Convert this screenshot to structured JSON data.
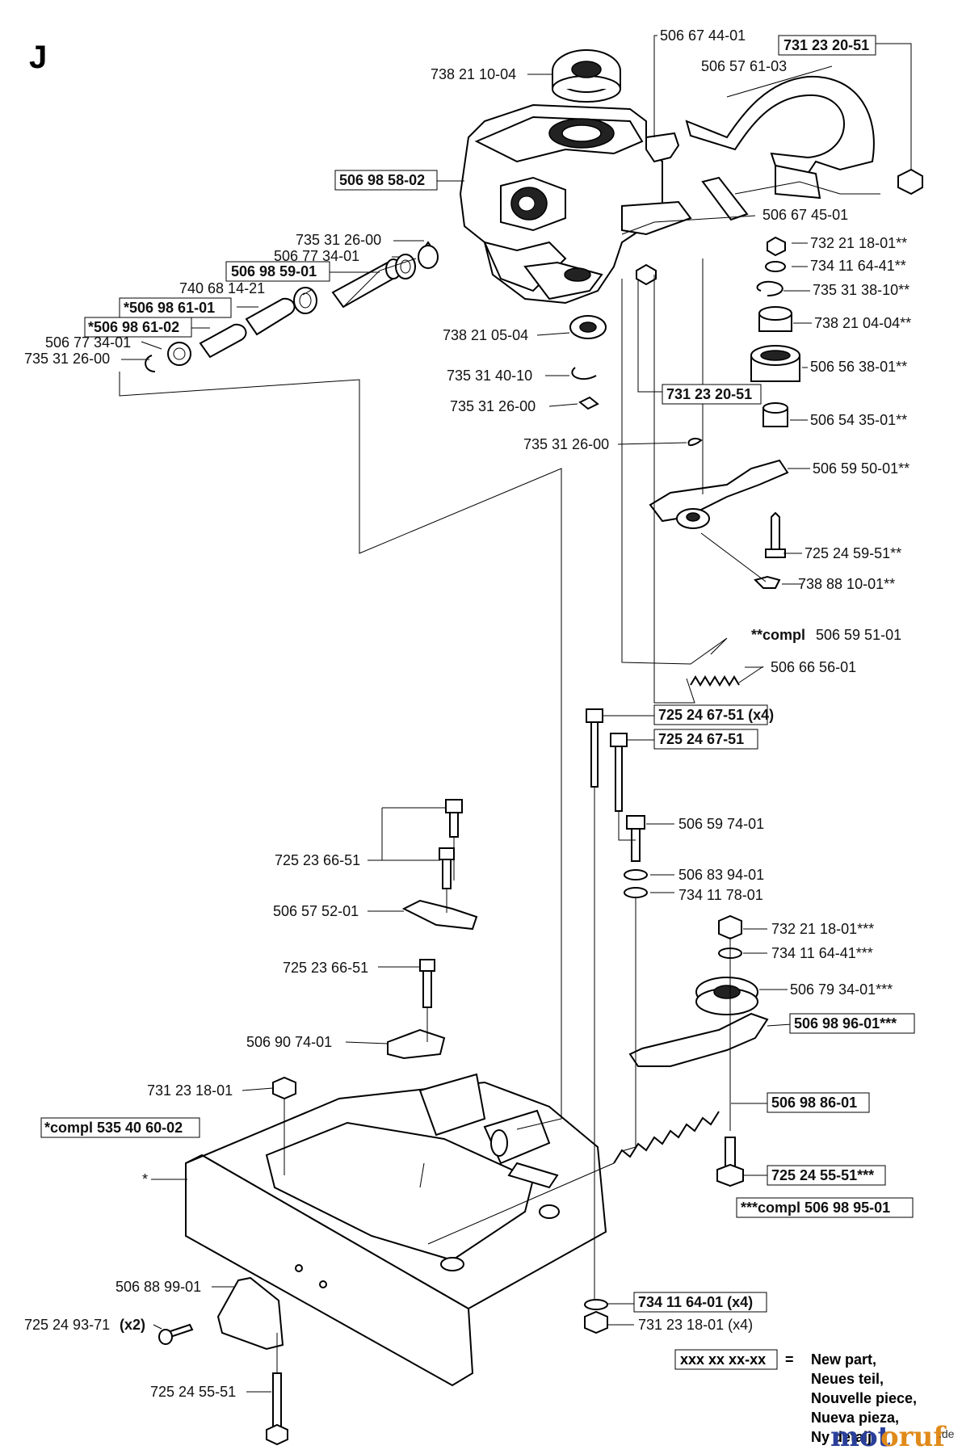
{
  "section_letter": "J",
  "labels": {
    "l_506674401": "506 67 44-01",
    "l_731232051_top": "731 23 20-51",
    "l_506576103": "506 57 61-03",
    "l_738211004": "738 21 10-04",
    "l_506985802": "506 98 58-02",
    "l_506674501": "506 67 45-01",
    "l_735312600_a": "735 31 26-00",
    "l_506773401_a": "506 77 34-01",
    "l_506985901": "506 98 59-01",
    "l_740681421": "740 68 14-21",
    "l_506986101": "*506 98 61-01",
    "l_506986102": "*506 98 61-02",
    "l_506773401_b": "506 77 34-01",
    "l_735312600_b": "735 31 26-00",
    "l_732211801_dd": "732 21 18-01**",
    "l_734116441_dd": "734 11 64-41**",
    "l_735313810": "735 31 38-10**",
    "l_738210404": "738 21 04-04**",
    "l_738210504": "738 21 05-04",
    "l_506563801": "506 56 38-01**",
    "l_735314010": "735 31 40-10",
    "l_731232051_mid": "731 23 20-51",
    "l_735312600_c": "735 31 26-00",
    "l_506543501": "506 54 35-01**",
    "l_735312600_d": "735 31 26-00",
    "l_506595001": "506 59 50-01**",
    "l_725245951": "725 24 59-51**",
    "l_738881001": "738 88 10-01**",
    "l_compl_prefix": "**compl",
    "l_compl_num": "506 59 51-01",
    "l_506665601": "506 66 56-01",
    "l_725246751_x4": "725 24 67-51 (x4)",
    "l_725246751": "725 24 67-51",
    "l_506597401": "506 59 74-01",
    "l_725236651_a": "725 23 66-51",
    "l_506839401": "506 83 94-01",
    "l_734117801": "734 11 78-01",
    "l_506575201": "506 57 52-01",
    "l_732211801_ddd": "732 21 18-01***",
    "l_734116441_ddd": "734 11 64-41***",
    "l_725236651_b": "725 23 66-51",
    "l_506793401": "506 79 34-01***",
    "l_506989601": "506 98 96-01***",
    "l_506907401": "506 90 74-01",
    "l_731231801": "731 23 18-01",
    "l_compl_535": "*compl 535 40 60-02",
    "l_506988601": "506 98 86-01",
    "l_star": "*",
    "l_725245551_ddd": "725 24 55-51***",
    "l_compl_506989501": "***compl 506 98 95-01",
    "l_506889901": "506 88 99-01",
    "l_734116401_x4": "734 11 64-01 (x4)",
    "l_725249371": "725 24 93-71",
    "l_x2": "(x2)",
    "l_731231801_x4": "731 23 18-01 (x4)",
    "l_725245551": "725 24 55-51"
  },
  "legend": {
    "box_text": "xxx xx xx-xx",
    "equals": "=",
    "lines": [
      "New part,",
      "Neues teil,",
      "Nouvelle piece,",
      "Nueva pieza,",
      "Ny detalj"
    ]
  },
  "watermark": {
    "part1": "mot",
    "part2": "oruf",
    "suffix": ".de"
  }
}
